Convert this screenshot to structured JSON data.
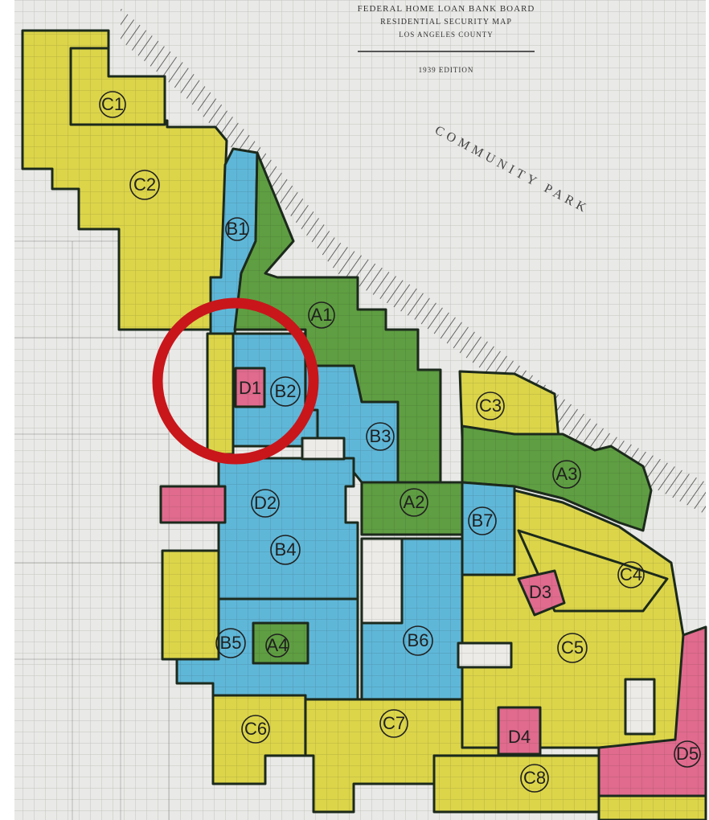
{
  "map": {
    "title_lines": [
      "FEDERAL HOME LOAN BANK BOARD",
      "RESIDENTIAL SECURITY MAP",
      "LOS ANGELES COUNTY",
      "1939 EDITION"
    ],
    "street_label": "COMMUNITY PARK",
    "zones": [
      {
        "id": "C1",
        "grade": "C",
        "color": "#dcd54a"
      },
      {
        "id": "C2",
        "grade": "C",
        "color": "#dcd54a"
      },
      {
        "id": "B1",
        "grade": "B",
        "color": "#5fb7d8"
      },
      {
        "id": "A1",
        "grade": "A",
        "color": "#5f9e42"
      },
      {
        "id": "B2",
        "grade": "B",
        "color": "#5fb7d8"
      },
      {
        "id": "D1",
        "grade": "D",
        "color": "#e06b8e"
      },
      {
        "id": "B3",
        "grade": "B",
        "color": "#5fb7d8"
      },
      {
        "id": "C3",
        "grade": "C",
        "color": "#dcd54a"
      },
      {
        "id": "A2",
        "grade": "A",
        "color": "#5f9e42"
      },
      {
        "id": "A3",
        "grade": "A",
        "color": "#5f9e42"
      },
      {
        "id": "D2",
        "grade": "D",
        "color": "#e06b8e"
      },
      {
        "id": "B4",
        "grade": "B",
        "color": "#5fb7d8"
      },
      {
        "id": "B7",
        "grade": "B",
        "color": "#5fb7d8"
      },
      {
        "id": "C4",
        "grade": "C",
        "color": "#dcd54a"
      },
      {
        "id": "D3",
        "grade": "D",
        "color": "#e06b8e"
      },
      {
        "id": "B5",
        "grade": "B",
        "color": "#5fb7d8"
      },
      {
        "id": "A4",
        "grade": "A",
        "color": "#5f9e42"
      },
      {
        "id": "B6",
        "grade": "B",
        "color": "#5fb7d8"
      },
      {
        "id": "C5",
        "grade": "C",
        "color": "#dcd54a"
      },
      {
        "id": "C6",
        "grade": "C",
        "color": "#dcd54a"
      },
      {
        "id": "C7",
        "grade": "C",
        "color": "#dcd54a"
      },
      {
        "id": "D4",
        "grade": "D",
        "color": "#e06b8e"
      },
      {
        "id": "C8",
        "grade": "C",
        "color": "#dcd54a"
      },
      {
        "id": "D5",
        "grade": "D",
        "color": "#e06b8e"
      }
    ],
    "highlight": {
      "color": "#c8161b",
      "target": "B2"
    }
  }
}
